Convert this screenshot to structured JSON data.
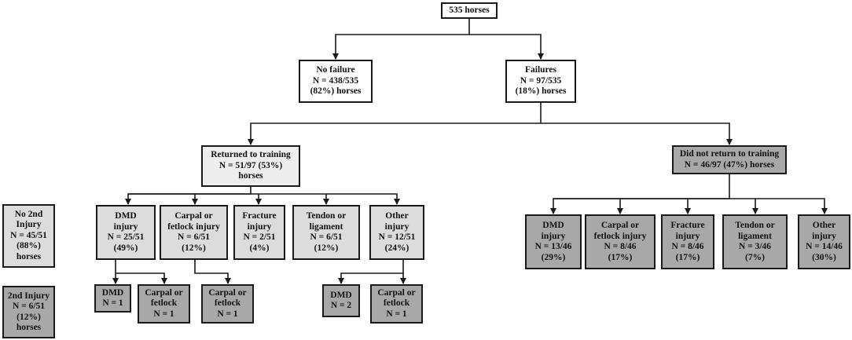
{
  "nodes": {
    "root": [
      "535 horses"
    ],
    "no_failure": [
      "No failure",
      "N = 438/535",
      "(82%) horses"
    ],
    "failures": [
      "Failures",
      "N = 97/535",
      "(18%) horses"
    ],
    "returned": [
      "Returned to training",
      "N = 51/97 (53%)",
      "horses"
    ],
    "not_returned": [
      "Did not return to training",
      "N = 46/97 (47%) horses"
    ],
    "no_2nd": [
      "No 2nd",
      "Injury",
      "N = 45/51",
      "(88%)",
      "horses"
    ],
    "second": [
      "2nd Injury",
      "N = 6/51",
      "(12%)",
      "horses"
    ],
    "r_dmd": [
      "DMD",
      "injury",
      "N = 25/51",
      "(49%)"
    ],
    "r_carpal": [
      "Carpal or",
      "fetlock injury",
      "N = 6/51",
      "(12%)"
    ],
    "r_fracture": [
      "Fracture",
      "injury",
      "N = 2/51",
      "(4%)"
    ],
    "r_tendon": [
      "Tendon or",
      "ligament",
      "N = 6/51",
      "(12%)"
    ],
    "r_other": [
      "Other",
      "injury",
      "N = 12/51",
      "(24%)"
    ],
    "s_dmd1": [
      "DMD",
      "N = 1"
    ],
    "s_carpal1": [
      "Carpal or",
      "fetlock",
      "N = 1"
    ],
    "s_carpal2": [
      "Carpal or",
      "fetlock",
      "N = 1"
    ],
    "s_dmd2": [
      "DMD",
      "N = 2"
    ],
    "s_carpal3": [
      "Carpal or",
      "fetlock",
      "N = 1"
    ],
    "n_dmd": [
      "DMD",
      "injury",
      "N = 13/46",
      "(29%)"
    ],
    "n_carpal": [
      "Carpal or",
      "fetlock injury",
      "N = 8/46",
      "(17%)"
    ],
    "n_fracture": [
      "Fracture",
      "injury",
      "N = 8/46",
      "(17%)"
    ],
    "n_tendon": [
      "Tendon or",
      "ligament",
      "N = 3/46",
      "(7%)"
    ],
    "n_other": [
      "Other",
      "injury",
      "N = 14/46",
      "(30%)"
    ]
  },
  "colors": {
    "white": "#ffffff",
    "light": "#ededed",
    "light_gray": "#dcdcdc",
    "dark_gray": "#a8a8a8",
    "line": "#1a1a1a"
  }
}
